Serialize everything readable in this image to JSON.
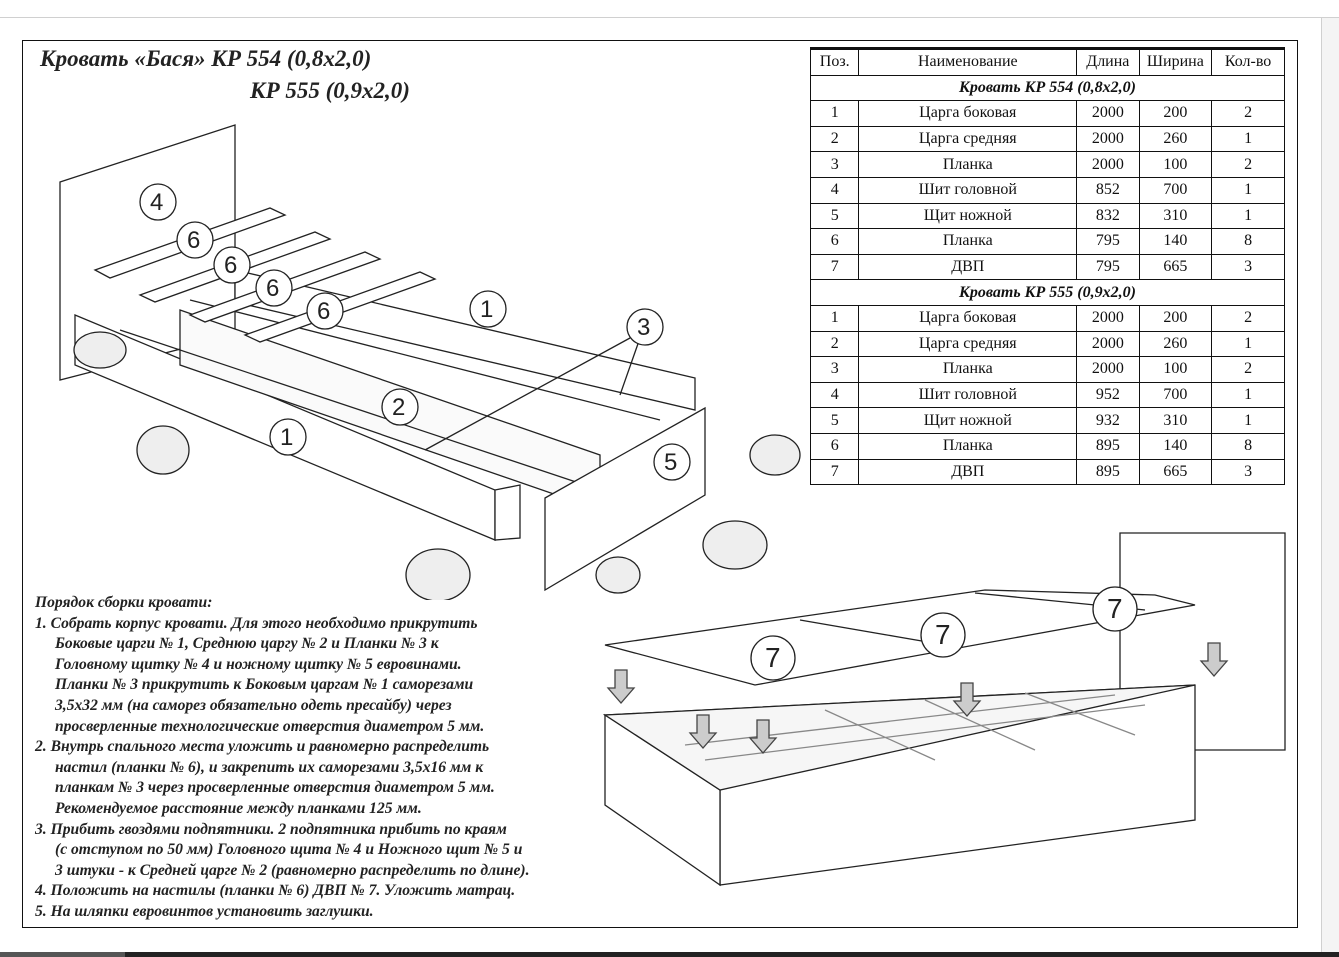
{
  "title": {
    "line1": "Кровать «Бася» КР 554 (0,8х2,0)",
    "line2": "КР 555 (0,9х2,0)"
  },
  "table": {
    "headers": [
      "Поз.",
      "Наименование",
      "Длина",
      "Ширина",
      "Кол-во"
    ],
    "sections": [
      {
        "title": "Кровать КР 554 (0,8х2,0)",
        "rows": [
          [
            "1",
            "Царга боковая",
            "2000",
            "200",
            "2"
          ],
          [
            "2",
            "Царга средняя",
            "2000",
            "260",
            "1"
          ],
          [
            "3",
            "Планка",
            "2000",
            "100",
            "2"
          ],
          [
            "4",
            "Шит головной",
            "852",
            "700",
            "1"
          ],
          [
            "5",
            "Щит ножной",
            "832",
            "310",
            "1"
          ],
          [
            "6",
            "Планка",
            "795",
            "140",
            "8"
          ],
          [
            "7",
            "ДВП",
            "795",
            "665",
            "3"
          ]
        ]
      },
      {
        "title": "Кровать КР 555 (0,9х2,0)",
        "rows": [
          [
            "1",
            "Царга боковая",
            "2000",
            "200",
            "2"
          ],
          [
            "2",
            "Царга средняя",
            "2000",
            "260",
            "1"
          ],
          [
            "3",
            "Планка",
            "2000",
            "100",
            "2"
          ],
          [
            "4",
            "Шит головной",
            "952",
            "700",
            "1"
          ],
          [
            "5",
            "Щит ножной",
            "932",
            "310",
            "1"
          ],
          [
            "6",
            "Планка",
            "895",
            "140",
            "8"
          ],
          [
            "7",
            "ДВП",
            "895",
            "665",
            "3"
          ]
        ]
      }
    ]
  },
  "diagram1": {
    "labels": {
      "p4": "4",
      "p6a": "6",
      "p6b": "6",
      "p6c": "6",
      "p6d": "6",
      "p1a": "1",
      "p1b": "1",
      "p2": "2",
      "p3": "3",
      "p5": "5"
    }
  },
  "diagram2": {
    "labels": {
      "a": "7",
      "b": "7",
      "c": "7"
    }
  },
  "instructions": {
    "heading": "Порядок сборки кровати:",
    "lines": [
      {
        "text": "1. Собрать корпус кровати. Для этого необходимо прикрутить",
        "indent": false
      },
      {
        "text": "Боковые царги № 1, Среднюю царгу № 2 и Планки № 3 к",
        "indent": true
      },
      {
        "text": "Головному щитку № 4 и ножному щитку № 5 евровинами.",
        "indent": true
      },
      {
        "text": "Планки № 3 прикрутить к Боковым царгам № 1 саморезами",
        "indent": true
      },
      {
        "text": "3,5х32 мм (на саморез обязательно одеть пресайбу) через",
        "indent": true
      },
      {
        "text": "просверленные технологические отверстия диаметром 5 мм.",
        "indent": true
      },
      {
        "text": "2. Внутрь спального места уложить и равномерно распределить",
        "indent": false
      },
      {
        "text": "настил (планки № 6), и закрепить их саморезами 3,5х16 мм к",
        "indent": true
      },
      {
        "text": "планкам № 3 через просверленные отверстия диаметром 5 мм.",
        "indent": true
      },
      {
        "text": "Рекомендуемое расстояние между планками 125 мм.",
        "indent": true
      },
      {
        "text": "3. Прибить гвоздями подпятники. 2 подпятника прибить по краям",
        "indent": false
      },
      {
        "text": "(с отступом по 50 мм) Головного щита № 4 и Ножного щит № 5 и",
        "indent": true
      },
      {
        "text": "3 штуки - к Средней царге № 2 (равномерно распределить по длине).",
        "indent": true
      },
      {
        "text": "4. Положить на настилы (планки № 6) ДВП № 7. Уложить матрац.",
        "indent": false
      },
      {
        "text": "5. На шляпки евровинтов установить заглушки.",
        "indent": false
      }
    ]
  }
}
